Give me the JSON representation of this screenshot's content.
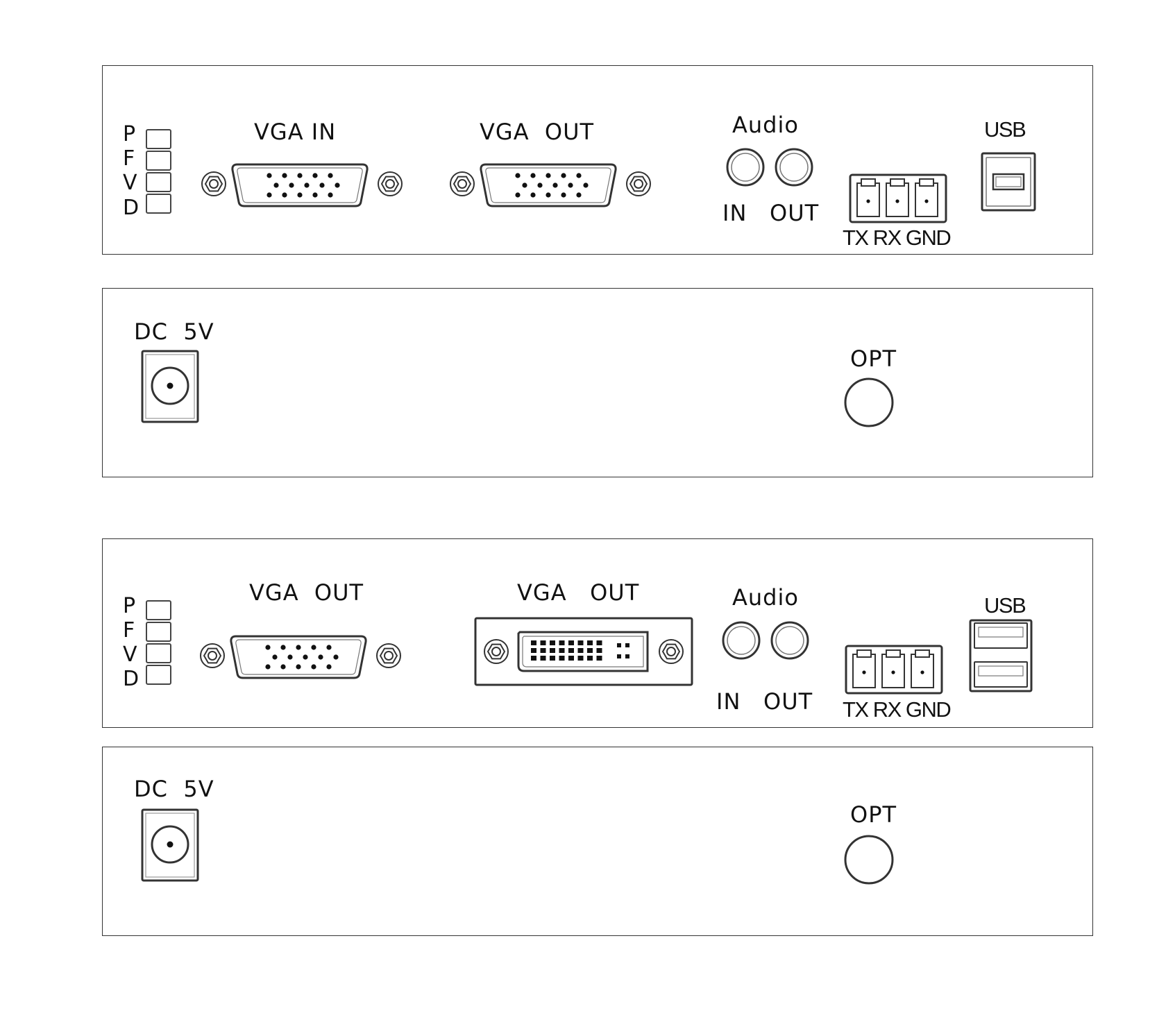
{
  "panels": [
    {
      "leds": [
        "P",
        "F",
        "V",
        "D"
      ],
      "vga_left_label": "VGA IN",
      "vga_right_label": "VGA  OUT",
      "audio_label": "Audio",
      "audio_in_label": "IN",
      "audio_out_label": "OUT",
      "serial_label": "TX RX GND",
      "usb_label": "USB"
    },
    {
      "dc_label": "DC  5V",
      "opt_label": "OPT"
    },
    {
      "leds": [
        "P",
        "F",
        "V",
        "D"
      ],
      "vga_left_label": "VGA  OUT",
      "dvi_label": "VGA   OUT",
      "audio_label": "Audio",
      "audio_in_label": "IN",
      "audio_out_label": "OUT",
      "serial_label": "TX RX GND",
      "usb_label": "USB"
    },
    {
      "dc_label": "DC  5V",
      "opt_label": "OPT"
    }
  ]
}
